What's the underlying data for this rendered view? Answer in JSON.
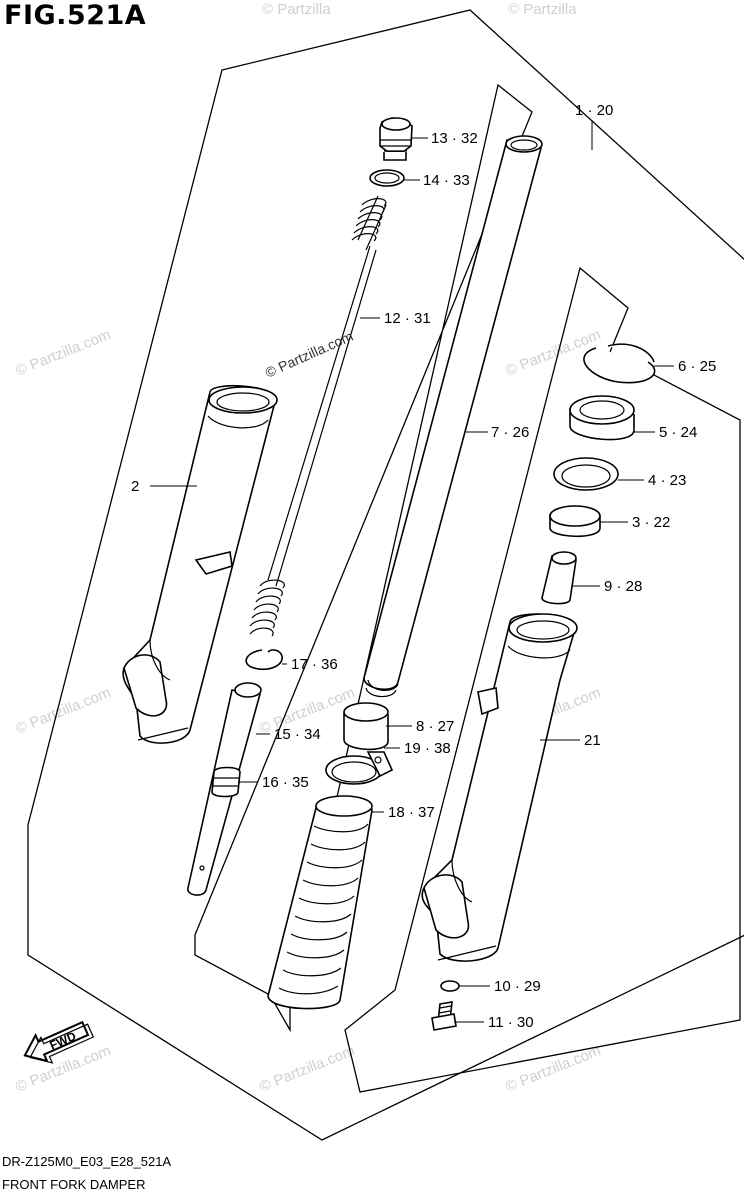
{
  "figure": {
    "title": "FIG.521A",
    "code": "DR-Z125M0_E03_E28_521A",
    "caption": "FRONT FORK DAMPER"
  },
  "watermark": {
    "center": "© Partzilla.com",
    "repeat": "© Partzilla.com",
    "corner": "© Partzilla"
  },
  "direction_badge": {
    "label": "FWD"
  },
  "callouts": [
    {
      "id": "c-1-20",
      "label": "1 · 20"
    },
    {
      "id": "c-13-32",
      "label": "13 · 32"
    },
    {
      "id": "c-14-33",
      "label": "14 · 33"
    },
    {
      "id": "c-12-31",
      "label": "12 · 31"
    },
    {
      "id": "c-6-25",
      "label": "6 · 25"
    },
    {
      "id": "c-5-24",
      "label": "5 · 24"
    },
    {
      "id": "c-7-26",
      "label": "7 · 26"
    },
    {
      "id": "c-2",
      "label": "2"
    },
    {
      "id": "c-4-23",
      "label": "4 · 23"
    },
    {
      "id": "c-3-22",
      "label": "3 · 22"
    },
    {
      "id": "c-9-28",
      "label": "9 · 28"
    },
    {
      "id": "c-17-36",
      "label": "17 · 36"
    },
    {
      "id": "c-8-27",
      "label": "8 · 27"
    },
    {
      "id": "c-15-34",
      "label": "15 · 34"
    },
    {
      "id": "c-21",
      "label": "21"
    },
    {
      "id": "c-19-38",
      "label": "19 · 38"
    },
    {
      "id": "c-16-35",
      "label": "16 · 35"
    },
    {
      "id": "c-18-37",
      "label": "18 · 37"
    },
    {
      "id": "c-10-29",
      "label": "10 · 29"
    },
    {
      "id": "c-11-30",
      "label": "11 · 30"
    }
  ]
}
